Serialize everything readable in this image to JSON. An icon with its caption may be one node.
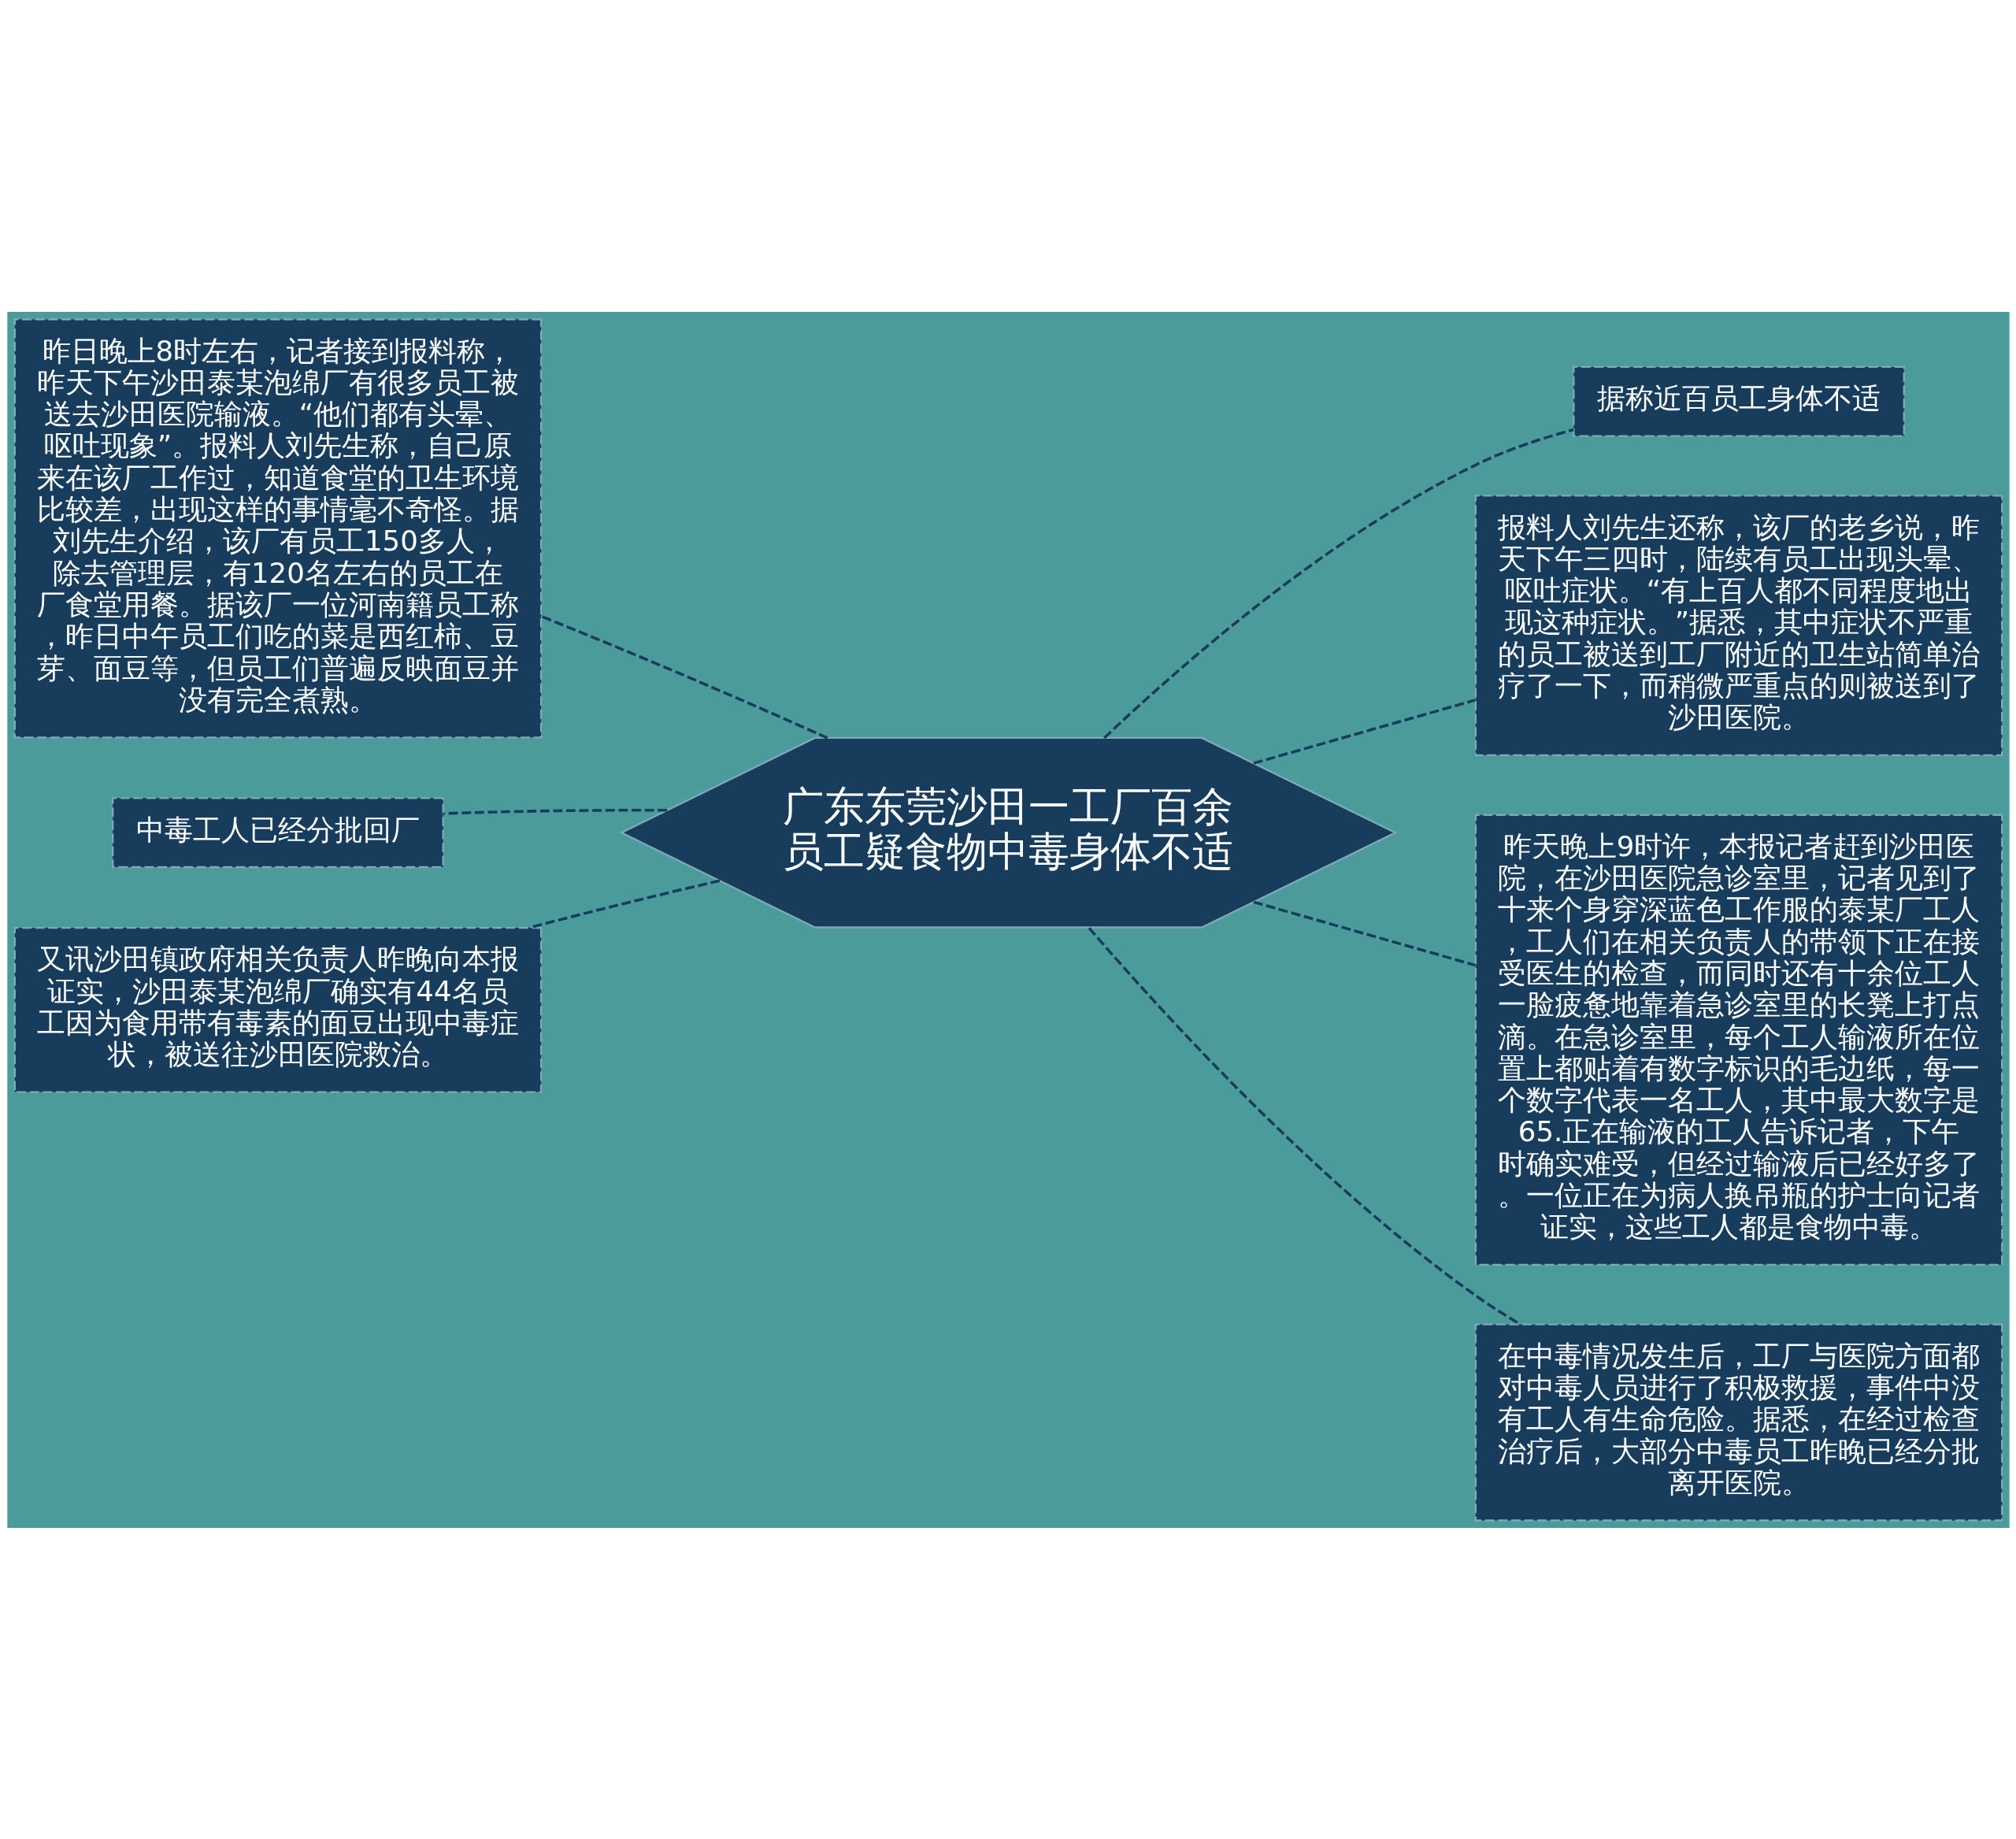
{
  "diagram": {
    "nodes": [
      {
        "text": [
          "广东东莞沙田一工厂百余员工疑食物中毒身体不适"
        ]
      },
      {
        "text": [
          "昨日晚上8时左右，记者接到报料称，昨天下午沙田泰某泡绵厂有很多员工被送去沙田医院输液。“他们都有头晕、呕吐现象”。报料人刘先生称，自己原来在该厂工作过，知道食堂的卫生环境比较差，出现这样的事情毫不奇怪。据刘先生介绍，该厂有员工150多人，除去管理层，有120名左右的员工在厂食堂用餐。据该厂一位河南籍员工称，昨日中午员工们吃的菜是西红柿、豆芽、面豆等，但员工们普遍反映面豆并没有完全煮熟。"
        ]
      },
      {
        "text": [
          "中毒工人已经分批回厂"
        ]
      },
      {
        "text": [
          "又讯沙田镇政府相关负责人昨晚向本报证实，沙田泰某泡绵厂确实有44名员工因为食用带有毒素的面豆出现中毒症状，被送往沙田医院救治。"
        ]
      },
      {
        "text": [
          "据称近百员工身体不适"
        ]
      },
      {
        "text": [
          "报料人刘先生还称，该厂的老乡说，昨天下午三四时，陆续有员工出现头晕、呕吐症状。“有上百人都不同程度地出现这种症状。”据悉，其中症状不严重的员工被送到工厂附近的卫生站简单治疗了一下，而稍微严重点的则被送到了沙田医院。"
        ]
      },
      {
        "text": [
          "昨天晚上9时许，本报记者赶到沙田医院，在沙田医院急诊室里，记者见到了十来个身穿深蓝色工作服的泰某厂工人，工人们在相关负责人的带领下正在接受医生的检查，而同时还有十余位工人一脸疲惫地靠着急诊室里的长凳上打点滴。在急诊室里，每个工人输液所在位置上都贴着有数字标识的毛边纸，每一个数字代表一名工人，其中最大数字是65.正在输液的工人告诉记者，下午时确实难受，但经过输液后已经好多了。一位正在为病人换吊瓶的护士向记者证实，这些工人都是食物中毒。"
        ]
      },
      {
        "text": [
          "在中毒情况发生后，工厂与医院方面都对中毒人员进行了积极救援，事件中没有工人有生命危险。据悉，在经过检查治疗后，大部分中毒员工昨晚已经分批离开医院。"
        ]
      }
    ],
    "edges": [
      {
        "from": 0,
        "to": 1,
        "arrow": "none",
        "style": "dashed"
      },
      {
        "from": 0,
        "to": 2,
        "arrow": "none",
        "style": "dashed"
      },
      {
        "from": 0,
        "to": 3,
        "arrow": "none",
        "style": "dashed"
      },
      {
        "from": 0,
        "to": 4,
        "arrow": "none",
        "style": "dashed"
      },
      {
        "from": 0,
        "to": 5,
        "arrow": "none",
        "style": "dashed"
      },
      {
        "from": 0,
        "to": 6,
        "arrow": "none",
        "style": "dashed"
      },
      {
        "from": 0,
        "to": 7,
        "arrow": "none",
        "style": "dashed"
      }
    ]
  }
}
